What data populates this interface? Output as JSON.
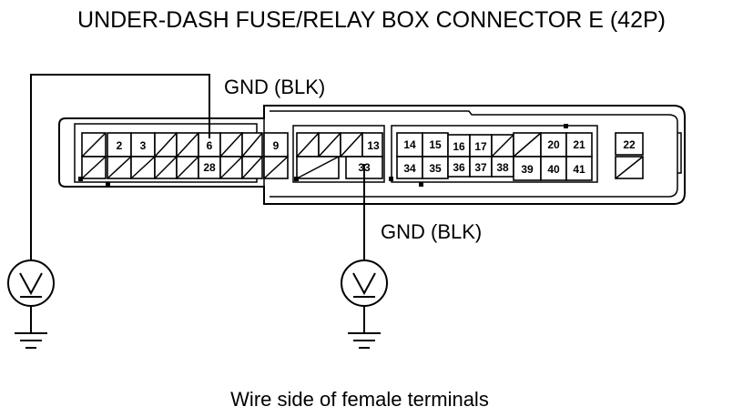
{
  "title": "UNDER-DASH FUSE/RELAY BOX CONNECTOR E (42P)",
  "gnd_top_label": "GND (BLK)",
  "gnd_bottom_label": "GND (BLK)",
  "caption": "Wire side of female terminals",
  "terminals": {
    "t2": "2",
    "t3": "3",
    "t6": "6",
    "t9": "9",
    "t13": "13",
    "t14": "14",
    "t15": "15",
    "t16": "16",
    "t17": "17",
    "t20": "20",
    "t21": "21",
    "t22": "22",
    "t28": "28",
    "t33": "33",
    "t34": "34",
    "t35": "35",
    "t36": "36",
    "t37": "37",
    "t38": "38",
    "t39": "39",
    "t40": "40",
    "t41": "41"
  }
}
